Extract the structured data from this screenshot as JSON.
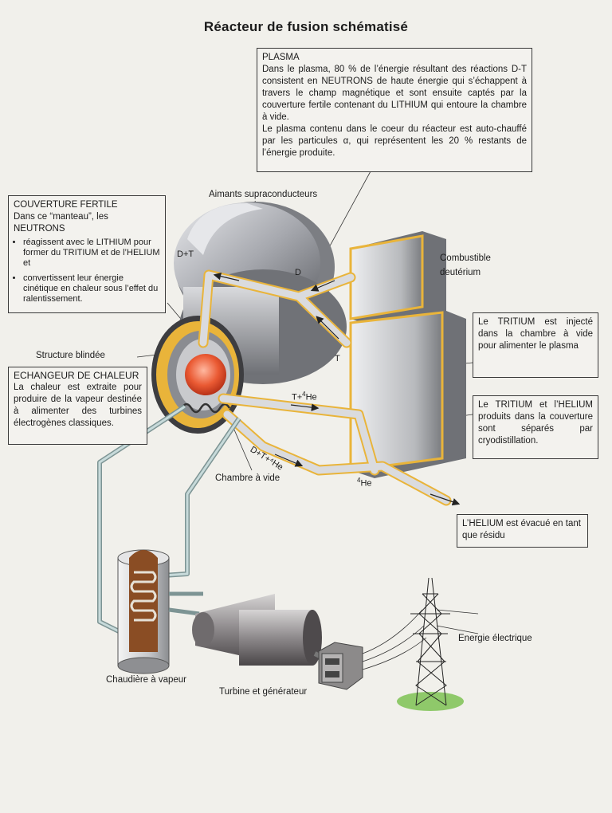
{
  "title": "Réacteur de fusion schématisé",
  "plasma_box": {
    "heading": "PLASMA",
    "para1": "Dans le plasma, 80 % de l’énergie résultant des réactions D-T consistent en NEUTRONS de haute énergie qui s’échappent à travers le champ magnétique et sont ensuite captés par la couverture fertile contenant du LITHIUM qui entoure la chambre à vide.",
    "para2": "Le plasma contenu dans le coeur du réacteur est auto-chauffé par les particules α, qui représentent les 20 % restants de l’énergie produite."
  },
  "couverture_box": {
    "heading": "COUVERTURE FERTILE",
    "intro": "Dans ce “manteau”, les NEUTRONS",
    "bullets": [
      "réagissent avec le LITHIUM pour former du TRITIUM et de l’HELIUM et",
      "convertissent leur énergie cinétique en chaleur sous l’effet du ralentissement."
    ]
  },
  "echangeur_box": {
    "heading": "ECHANGEUR DE CHALEUR",
    "text": "La chaleur est extraite pour produire de la vapeur destinée à alimenter des turbines électrogènes classiques."
  },
  "tritium_box": {
    "text": "Le TRITIUM est injecté dans la chambre à vide pour alimenter le plasma"
  },
  "separation_box": {
    "text": "Le TRITIUM et l’HELIUM produits dans la couverture sont séparés par cryodistillation."
  },
  "helium_box": {
    "text": "L’HELIUM est évacué en tant que résidu"
  },
  "labels": {
    "aimants": "Aimants supraconducteurs",
    "structure": "Structure blindée",
    "combustible_1": "Combustible",
    "combustible_2": "deutérium",
    "chambre": "Chambre à vide",
    "chaudiere": "Chaudière à vapeur",
    "turbine": "Turbine et générateur",
    "energie": "Energie électrique",
    "dt": "D+T",
    "d": "D",
    "t": "T",
    "t_he_prefix": "T+",
    "t_he_sup": "4",
    "t_he_suffix": "He",
    "dthe": "D+T+⁴He",
    "he_sup": "4",
    "he": "He"
  },
  "colors": {
    "background": "#f1f0eb",
    "steel": "#a9abb1",
    "yellow_blanket": "#e9b43a",
    "plasma": "#e5542f",
    "ground": "#8fc96a",
    "pipe": "#b9cfcf"
  }
}
